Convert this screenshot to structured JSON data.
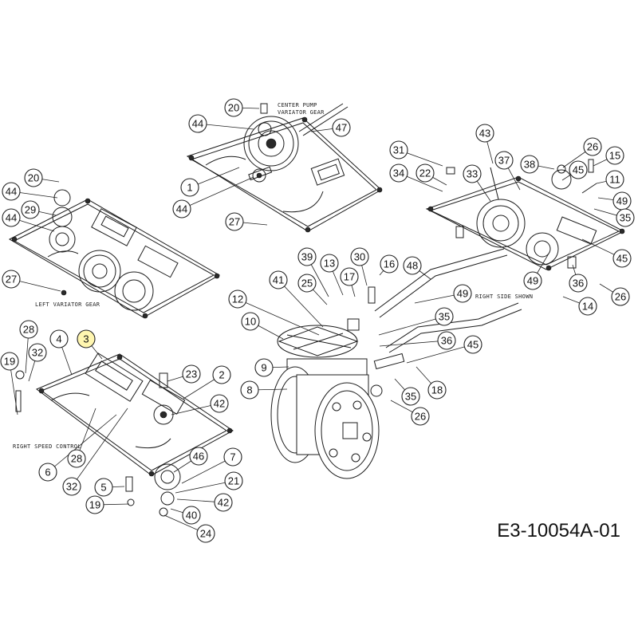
{
  "drawing_code": "E3-10054A-01",
  "notes": {
    "center_pump_line1": "CENTER PUMP",
    "center_pump_line2": "VARIATOR GEAR",
    "left_variator": "LEFT VARIATOR GEAR",
    "right_speed": "RIGHT SPEED CONTROL",
    "right_side": "RIGHT SIDE SHOWN"
  },
  "callouts": [
    {
      "id": "c20a",
      "label": "20"
    },
    {
      "id": "c44a",
      "label": "44"
    },
    {
      "id": "c47",
      "label": "47"
    },
    {
      "id": "c1",
      "label": "1"
    },
    {
      "id": "c44b",
      "label": "44"
    },
    {
      "id": "c27a",
      "label": "27"
    },
    {
      "id": "c20b",
      "label": "20"
    },
    {
      "id": "c44c",
      "label": "44"
    },
    {
      "id": "c29",
      "label": "29"
    },
    {
      "id": "c44d",
      "label": "44"
    },
    {
      "id": "c27b",
      "label": "27"
    },
    {
      "id": "c31",
      "label": "31"
    },
    {
      "id": "c34",
      "label": "34"
    },
    {
      "id": "c22",
      "label": "22"
    },
    {
      "id": "c33",
      "label": "33"
    },
    {
      "id": "c43",
      "label": "43"
    },
    {
      "id": "c37",
      "label": "37"
    },
    {
      "id": "c38",
      "label": "38"
    },
    {
      "id": "c26a",
      "label": "26"
    },
    {
      "id": "c45a",
      "label": "45"
    },
    {
      "id": "c15",
      "label": "15"
    },
    {
      "id": "c11",
      "label": "11"
    },
    {
      "id": "c49a",
      "label": "49"
    },
    {
      "id": "c35a",
      "label": "35"
    },
    {
      "id": "c45b",
      "label": "45"
    },
    {
      "id": "c49b",
      "label": "49"
    },
    {
      "id": "c36a",
      "label": "36"
    },
    {
      "id": "c26b",
      "label": "26"
    },
    {
      "id": "c14",
      "label": "14"
    },
    {
      "id": "c39",
      "label": "39"
    },
    {
      "id": "c13",
      "label": "13"
    },
    {
      "id": "c30",
      "label": "30"
    },
    {
      "id": "c16",
      "label": "16"
    },
    {
      "id": "c48",
      "label": "48"
    },
    {
      "id": "c41",
      "label": "41"
    },
    {
      "id": "c25",
      "label": "25"
    },
    {
      "id": "c17",
      "label": "17"
    },
    {
      "id": "c49c",
      "label": "49"
    },
    {
      "id": "c12",
      "label": "12"
    },
    {
      "id": "c10",
      "label": "10"
    },
    {
      "id": "c35b",
      "label": "35"
    },
    {
      "id": "c36b",
      "label": "36"
    },
    {
      "id": "c45c",
      "label": "45"
    },
    {
      "id": "c9",
      "label": "9"
    },
    {
      "id": "c8",
      "label": "8"
    },
    {
      "id": "c18",
      "label": "18"
    },
    {
      "id": "c35c",
      "label": "35"
    },
    {
      "id": "c26c",
      "label": "26"
    },
    {
      "id": "c28a",
      "label": "28"
    },
    {
      "id": "c3",
      "label": "3"
    },
    {
      "id": "c4",
      "label": "4"
    },
    {
      "id": "c32a",
      "label": "32"
    },
    {
      "id": "c19a",
      "label": "19"
    },
    {
      "id": "c23",
      "label": "23"
    },
    {
      "id": "c2",
      "label": "2"
    },
    {
      "id": "c42a",
      "label": "42"
    },
    {
      "id": "c28b",
      "label": "28"
    },
    {
      "id": "c6",
      "label": "6"
    },
    {
      "id": "c32b",
      "label": "32"
    },
    {
      "id": "c46",
      "label": "46"
    },
    {
      "id": "c7",
      "label": "7"
    },
    {
      "id": "c21",
      "label": "21"
    },
    {
      "id": "c5",
      "label": "5"
    },
    {
      "id": "c42b",
      "label": "42"
    },
    {
      "id": "c19b",
      "label": "19"
    },
    {
      "id": "c40",
      "label": "40"
    },
    {
      "id": "c24",
      "label": "24"
    }
  ]
}
